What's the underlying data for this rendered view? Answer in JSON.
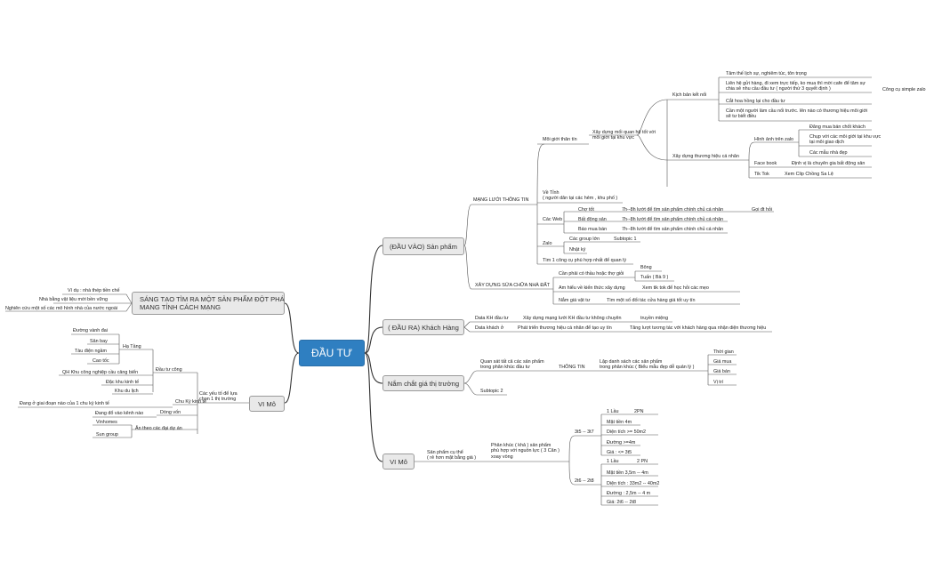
{
  "root": "ĐẦU TƯ",
  "main": {
    "input": "(ĐẦU VÀO) Sản phẩm",
    "customer": "( ĐẦU RA) Khách Hàng",
    "market": "Nắm chắt giá thị trường",
    "vimo_right": "VI Mô",
    "vimo_left": "VI Mô",
    "creative": "SÁNG TẠO TÌM RA MỘT SẢN PHẨM ĐỘT PHÁ\nMANG TÍNH CÁCH MẠNG"
  },
  "input": {
    "network": "MẠNG LƯỚI THÔNG TIN",
    "broker": "Môi giới thân tín",
    "relation": "Xây dựng mối quan hệ tốt với\nmôi giới tại khu vực",
    "script": "Kịch bản kết nối",
    "s1": "Tâm thế lịch sự, nghiêm túc, tôn trọng",
    "s2": "Liên hệ gửi hàng, đi xem trực tiếp, ko mua thì mời cafe để tâm sự\nchia sẻ nhu cầu đầu tư ( người thứ 3 quyết định )",
    "zalo_tool": "Công cụ simple zalo",
    "s3": "Cắt hoa hồng lại cho đầu tư",
    "s4": "Cần một người làm cầu nối trước. lên nào có thương hiệu môi giới\nsẽ tư biết điều",
    "brand": "Xây dựng thương hiệu cá nhân",
    "profile": "Hình ảnh trên zalo",
    "p1": "Đăng mua bán chốt khách",
    "p2": "Chụp với các môi giới tại khu vực\ntại môi giao dịch",
    "p3": "Các mẫu nhà đẹp",
    "facebook": "Face book",
    "facebook_desc": "Định vị là chuyên gia bất động sản",
    "tiktok": "Tik Tok",
    "tiktok_desc": "Xem Clip Chồng Sa Lệ",
    "local": "Về Tỉnh\n( người dân tại các hẻm , khu phố )",
    "web": "Các Web",
    "w1": "Chợ tốt",
    "w1_desc": "7h--8h lướt để tìm sản phẩm chính chủ cá nhân",
    "w1_extra": "Gọi đt hỏi",
    "w2": "Bất động sản",
    "w2_desc": "7h--8h lướt để tìm sản phẩm chính chủ cá nhân",
    "w3": "Báo mua bán",
    "w3_desc": "7h--8h lướt để tìm sản phẩm chính chủ cá nhân",
    "zalo": "Zalo",
    "z1": "Các group lớn",
    "z1_sub": "Subtopic 1",
    "z2": "Nhật ký",
    "partner": "Tìm 1 công cụ phù hợp nhất để quan lý",
    "build": "XÂY DỰNG SỬA CHỮA NHÀ ĐẤT",
    "b1": "Cần phải có thầu hoặc thợ giỏi",
    "b1a": "Bông",
    "b1b": "Tuấn ( Bà 9 )",
    "b2": "Am hiểu về kiến thức xây dựng",
    "b2_desc": "Xem tik tok để học hỏi các mẹo",
    "b3": "Nắm giá vật tư",
    "b3_desc": "Tìm một số đối tác cửa hàng giá tốt uy tín"
  },
  "customer": {
    "c1": "Data KH đầu tư",
    "c1_desc": "Xây dựng mạng lưới KH đầu tư không chuyên",
    "c1_extra": "truyền miệng",
    "c2": "Data khách ở",
    "c2_desc": "Phát triển thương hiệu cá nhân để tạo uy tín",
    "c2_extra": "Tăng lượt tương tác với khách hàng qua nhận diện thương hiệu"
  },
  "market": {
    "m1": "Quan sát tất cả các sản phẩm\ntrong phân khúc đầu tư",
    "info": "THÔNG TIN",
    "list": "Lập danh sách các sản phẩm\ntrong phân khúc ( Biểu mẫu đẹp dễ quản lý )",
    "f1": "Thời gian",
    "f2": "Giá mua",
    "f3": "Giá bán",
    "f4": "Vị trí",
    "sub2": "Subtopic 2"
  },
  "vimo": {
    "product": "Sản phẩm cụ thể\n( rẻ hơn mặt bằng giá )",
    "segment": "Phân khúc ( khả ) sản phẩm\nphù hợp với nguồn lực ( 3 Căn )\nxoay vòng",
    "g1": "3t5 -- 3t7",
    "g1_items": [
      "1 Lầu",
      "Mặt tiền 4m",
      "Diện tích >= 50m2",
      "Đường >=4m",
      "Giá : <= 3t5"
    ],
    "g1_extra": "2PN",
    "g2": "2t6 -- 2t8",
    "g2_items": [
      "1 Lầu",
      "Mặt tiền 3,5m -- 4m",
      "Diện tích : 33m2 -- 40m2",
      "Đường : 2,5m -- 4 m",
      "Giá: 2t6 -- 2t8"
    ],
    "g2_extra": "2 PN"
  },
  "creative": {
    "e1": "Ví dụ : nhà thép tiền chế",
    "e2": "Nhà bằng vật liệu mới bền vững",
    "e3": "Nghiên cứu một số các mô hình nhà của nước ngoài"
  },
  "vimo_left": {
    "factors": "Các yếu tố để lựa\nchọn 1 thị trường",
    "invest": "Đầu tư công",
    "infra": "Hạ Tầng",
    "i1": "Đường vành đai",
    "i2": "Sân bay",
    "i3": "Tàu điện ngầm",
    "i4": "Cao tốc",
    "q1": "QH Khu công nghiệp cầu cảng biển",
    "q2": "Đặc khu kinh tế",
    "q3": "Khu du lịch",
    "cycle": "Chu Kỳ kinh tế",
    "cycle_desc": "Đang ở giai đoạn nào của 1 chu kỳ kinh tế",
    "flow": "Dòng vốn",
    "flow_desc": "Đang đổ vào kênh nào",
    "follow": "Ăn theo các đại dự án",
    "f1": "Vinhomes",
    "f2": "Sun group"
  }
}
